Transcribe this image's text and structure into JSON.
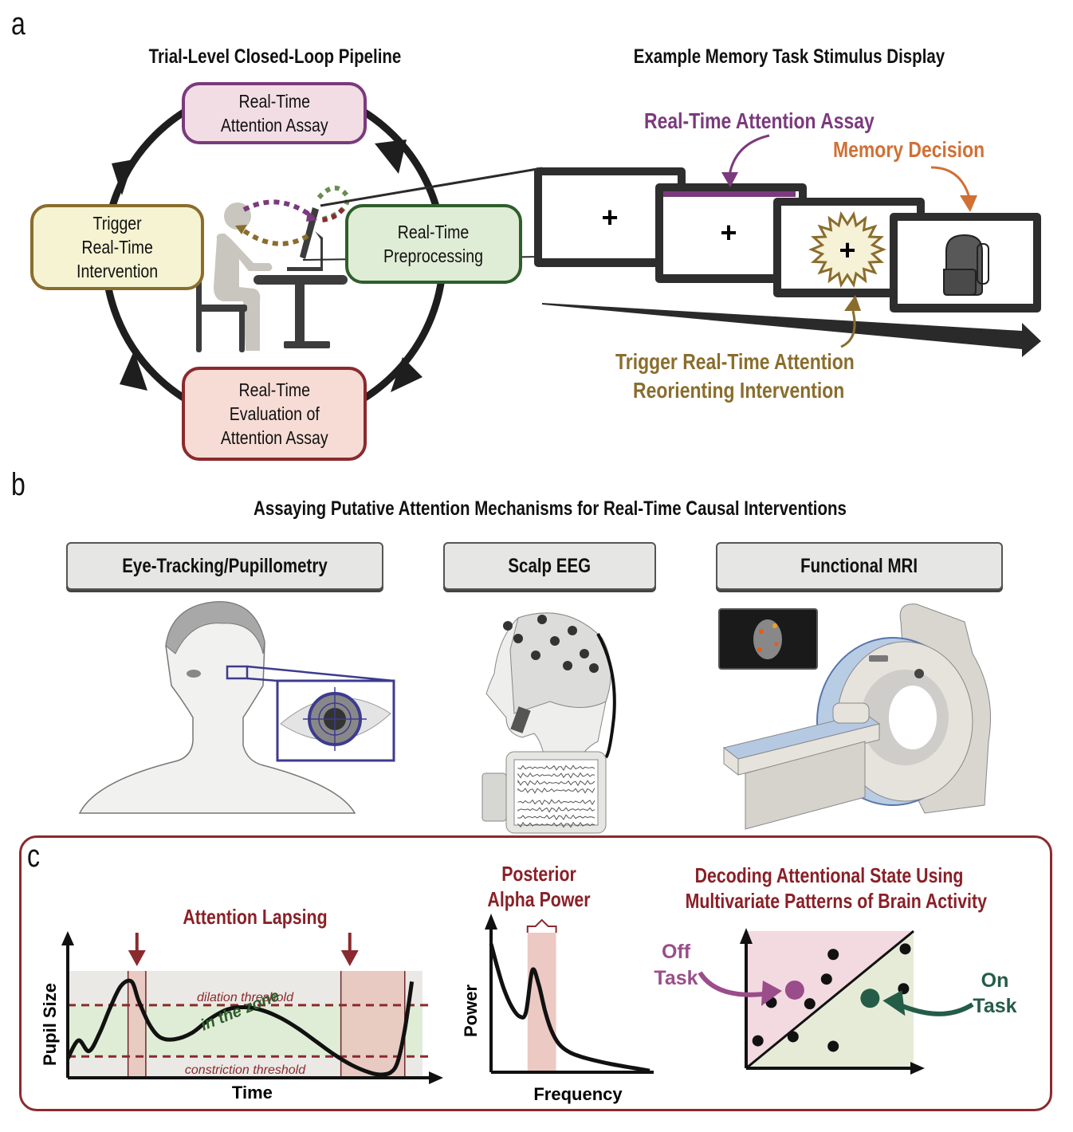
{
  "panel_a": {
    "letter": "a",
    "pipeline_title": "Trial-Level Closed-Loop Pipeline",
    "display_title": "Example Memory Task Stimulus Display",
    "nodes": [
      {
        "id": "assay",
        "label": "Real-Time\nAttention Assay",
        "color": "#7b3a7d",
        "fill": "#f2dde4"
      },
      {
        "id": "preprocessing",
        "label": "Real-Time\nPreprocessing",
        "color": "#2e5e2b",
        "fill": "#e0edd6"
      },
      {
        "id": "evaluation",
        "label": "Real-Time\nEvaluation of\nAttention Assay",
        "color": "#8a2a2e",
        "fill": "#f7dcd6"
      },
      {
        "id": "trigger",
        "label": "Trigger\nReal-Time\nIntervention",
        "color": "#8a6d2d",
        "fill": "#f5f3d2"
      }
    ],
    "annotations": {
      "assay": {
        "text": "Real-Time Attention Assay",
        "color": "#7b3a7d"
      },
      "memory": {
        "text": "Memory Decision",
        "color": "#d07035"
      },
      "trigger_line1": {
        "text": "Trigger Real-Time Attention",
        "color": "#8a6d2d"
      },
      "trigger_line2": {
        "text": "Reorienting Intervention",
        "color": "#8a6d2d"
      }
    },
    "screens": [
      {
        "content": "fixation-cross",
        "symbol": "+"
      },
      {
        "content": "fixation-cross-with-assay-bar",
        "symbol": "+"
      },
      {
        "content": "fixation-cross-with-starburst",
        "symbol": "+"
      },
      {
        "content": "backpack-image",
        "symbol": ""
      }
    ]
  },
  "panel_b": {
    "letter": "b",
    "title": "Assaying Putative Attention Mechanisms for Real-Time Causal Interventions",
    "modalities": [
      {
        "label": "Eye-Tracking/Pupillometry",
        "illustration": "face-with-eye-tracking-icon"
      },
      {
        "label": "Scalp EEG",
        "illustration": "eeg-cap-head-icon"
      },
      {
        "label": "Functional MRI",
        "illustration": "mri-scanner-icon"
      }
    ]
  },
  "panel_c": {
    "letter": "c",
    "border_color": "#8a2a2e"
  },
  "chart_data": [
    {
      "type": "line",
      "title": "Attention Lapsing",
      "xlabel": "Time",
      "ylabel": "Pupil Size",
      "annotations": [
        "dilation threshold",
        "constriction threshold",
        "in the zone"
      ],
      "thresholds": {
        "dilation": 0.68,
        "constriction": 0.2
      },
      "ylim": [
        0,
        1
      ],
      "xlim": [
        0,
        1
      ],
      "lapse_windows": [
        [
          0.17,
          0.22
        ],
        [
          0.77,
          0.95
        ]
      ],
      "x": [
        0,
        0.03,
        0.06,
        0.09,
        0.12,
        0.15,
        0.18,
        0.2,
        0.23,
        0.26,
        0.3,
        0.35,
        0.4,
        0.45,
        0.5,
        0.55,
        0.6,
        0.65,
        0.7,
        0.75,
        0.8,
        0.85,
        0.88,
        0.91,
        0.93,
        0.95,
        0.97
      ],
      "y": [
        0.18,
        0.35,
        0.25,
        0.42,
        0.66,
        0.86,
        0.9,
        0.72,
        0.5,
        0.38,
        0.36,
        0.42,
        0.55,
        0.64,
        0.66,
        0.63,
        0.56,
        0.46,
        0.34,
        0.22,
        0.12,
        0.05,
        0.03,
        0.05,
        0.15,
        0.45,
        0.9
      ]
    },
    {
      "type": "line",
      "title": "Posterior Alpha Power",
      "xlabel": "Frequency",
      "ylabel": "Power",
      "ylim": [
        0,
        1
      ],
      "xlim": [
        0,
        1
      ],
      "highlight_band": [
        0.23,
        0.41
      ],
      "x": [
        0,
        0.04,
        0.08,
        0.13,
        0.18,
        0.22,
        0.26,
        0.3,
        0.34,
        0.38,
        0.43,
        0.5,
        0.6,
        0.75,
        0.9,
        1.0
      ],
      "y": [
        0.92,
        0.75,
        0.6,
        0.47,
        0.4,
        0.43,
        0.73,
        0.63,
        0.44,
        0.3,
        0.2,
        0.14,
        0.1,
        0.06,
        0.03,
        0.01
      ]
    },
    {
      "type": "scatter",
      "title": "Decoding Attentional State Using Multivariate Patterns of Brain Activity",
      "xlabel": "",
      "ylabel": "",
      "xlim": [
        0,
        1
      ],
      "ylim": [
        0,
        1
      ],
      "regions": [
        {
          "name": "Off Task",
          "color": "#f3dae0"
        },
        {
          "name": "On Task",
          "color": "#e6ebd8"
        }
      ],
      "points": [
        {
          "x": 0.52,
          "y": 0.83
        },
        {
          "x": 0.95,
          "y": 0.87
        },
        {
          "x": 0.48,
          "y": 0.65
        },
        {
          "x": 0.15,
          "y": 0.48
        },
        {
          "x": 0.38,
          "y": 0.47
        },
        {
          "x": 0.94,
          "y": 0.58
        },
        {
          "x": 0.07,
          "y": 0.2
        },
        {
          "x": 0.28,
          "y": 0.23
        },
        {
          "x": 0.52,
          "y": 0.16
        }
      ],
      "centroids": [
        {
          "label_line1": "Off",
          "label_line2": "Task",
          "x": 0.29,
          "y": 0.57,
          "color": "#9a4d8a"
        },
        {
          "label_line1": "On",
          "label_line2": "Task",
          "x": 0.74,
          "y": 0.51,
          "color": "#245c48"
        }
      ]
    }
  ]
}
